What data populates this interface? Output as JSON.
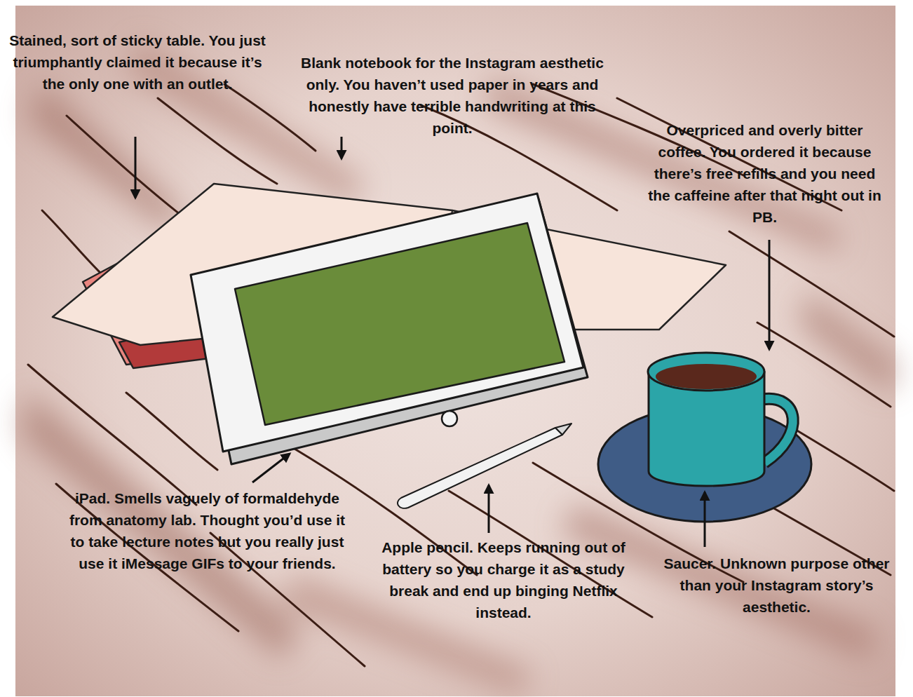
{
  "diagram": {
    "labels": [
      "Stained, sort of sticky table. You just triumphantly claimed it because it’s the only one with an outlet.",
      "Blank notebook for the Instagram aesthetic only. You haven’t used paper in years and honestly have terrible handwriting at this point.",
      "Overpriced and overly bitter coffee. You ordered it because there’s free refills and you need the caffeine after that night out in PB.",
      "iPad. Smells vaguely of formaldehyde from anatomy lab. Thought you’d use it to take lecture notes but you really just use it iMessage GIFs to your friends.",
      "Apple pencil. Keeps running out of battery so you charge it as a study break and end up binging Netflix instead.",
      "Saucer. Unknown purpose other than your Instagram story’s aesthetic."
    ]
  }
}
